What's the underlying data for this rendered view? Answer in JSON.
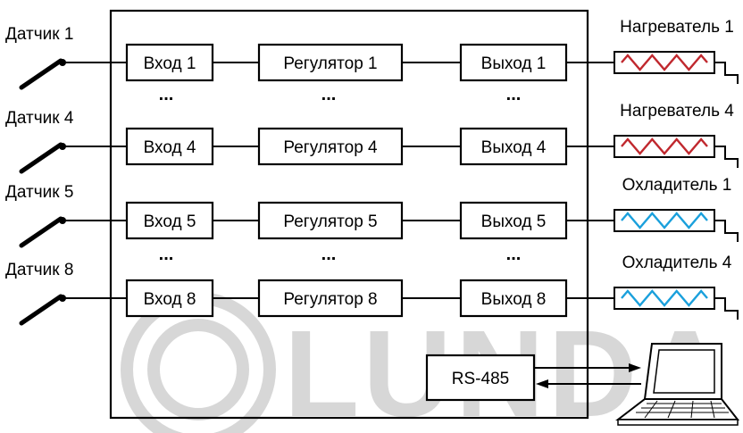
{
  "watermark": "LUNDA",
  "sensors": [
    {
      "label": "Датчик 1"
    },
    {
      "label": "Датчик 4"
    },
    {
      "label": "Датчик 5"
    },
    {
      "label": "Датчик 8"
    }
  ],
  "inputs": [
    {
      "label": "Вход 1"
    },
    {
      "label": "Вход 4"
    },
    {
      "label": "Вход 5"
    },
    {
      "label": "Вход 8"
    }
  ],
  "regulators": [
    {
      "label": "Регулятор 1"
    },
    {
      "label": "Регулятор 4"
    },
    {
      "label": "Регулятор 5"
    },
    {
      "label": "Регулятор 8"
    }
  ],
  "outputs": [
    {
      "label": "Выход 1"
    },
    {
      "label": "Выход 4"
    },
    {
      "label": "Выход 5"
    },
    {
      "label": "Выход 8"
    }
  ],
  "actuators": [
    {
      "label": "Нагреватель 1",
      "color": "#c0282e"
    },
    {
      "label": "Нагреватель 4",
      "color": "#c0282e"
    },
    {
      "label": "Охладитель 1",
      "color": "#1aa0dc"
    },
    {
      "label": "Охладитель 4",
      "color": "#1aa0dc"
    }
  ],
  "ellipsis": "...",
  "interface": {
    "label": "RS-485"
  }
}
